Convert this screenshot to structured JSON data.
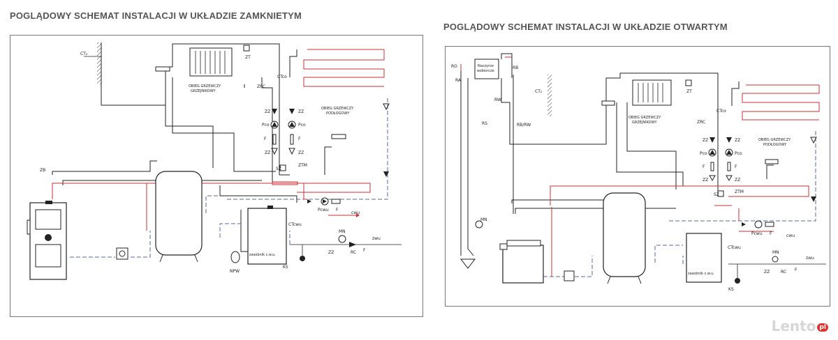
{
  "left_title": "POGLĄDOWY SCHEMAT INSTALACJI W UKŁADZIE ZAMKNIETYM",
  "right_title": "POGLĄDOWY SCHEMAT INSTALACJI W UKŁADZIE OTWARTYM",
  "left_labels": {
    "ct_top": "CT₂",
    "zt": "ZT",
    "zrc": "ZRC",
    "ctco": "CTco",
    "radiator_circuit": "OBIEG GRZEWCZY",
    "radiator_circuit_2": "GRZEJNIKOWY",
    "floor_circuit": "OBIEG GRZEWCZY",
    "floor_circuit_2": "PODŁOGOWY",
    "zz_a": "ZZ",
    "zz_b": "ZZ",
    "pco_a": "Pco",
    "pco_b": "Pco",
    "f_a": "F",
    "f_b": "F",
    "zz_c": "ZZ",
    "zz_d": "ZZ",
    "sz": "SZ",
    "ztm": "ZTM",
    "zb": "ZB",
    "pcwu": "Pcwu",
    "f_c": "F",
    "cwu": "cwu",
    "ctcwu": "CTcwu",
    "mn": "MN",
    "zwu": "zwu",
    "tank": "zasobnik c.w.u.",
    "npw": "NPW",
    "ks": "KS",
    "zz_e": "ZZ",
    "rc": "RC",
    "f_d": "F"
  },
  "right_labels": {
    "ro": "RO",
    "ra": "RA",
    "vessel_1": "Naczynie",
    "vessel_2": "wzbiorcze",
    "rb": "RB",
    "rw": "RW",
    "rs": "RS",
    "rb_rw": "RB/RW",
    "ct_top": "CT₂",
    "zt": "ZT",
    "zrc": "ZRC",
    "ctco": "CTco",
    "radiator_circuit": "OBIEG GRZEWCZY",
    "radiator_circuit_2": "GRZEJNIKOWY",
    "floor_circuit": "OBIEG GRZEWCZY",
    "floor_circuit_2": "PODŁOGOWY",
    "zz_a": "ZZ",
    "zz_b": "ZZ",
    "pco_a": "Pco",
    "pco_b": "Pco",
    "f_a": "F",
    "f_b": "F",
    "zz_c": "ZZ",
    "zz_d": "ZZ",
    "sz": "SZ",
    "ztm": "ZTM",
    "mn_left": "MN",
    "pcwu": "Pcwu",
    "f_c": "F",
    "cwu": "cwu",
    "ctcwu": "CTcwu",
    "mn": "MN",
    "zwu": "zwu",
    "tank": "zasobnik c.w.u.",
    "ks": "KS",
    "zz_e": "ZZ",
    "rc": "RC",
    "f_d": "F"
  },
  "watermark": "Lento",
  "watermark_badge": "pl",
  "colors": {
    "hot_line": "#c8323a",
    "line": "#222222",
    "dashed": "#5a6a9a",
    "title": "#555555"
  }
}
